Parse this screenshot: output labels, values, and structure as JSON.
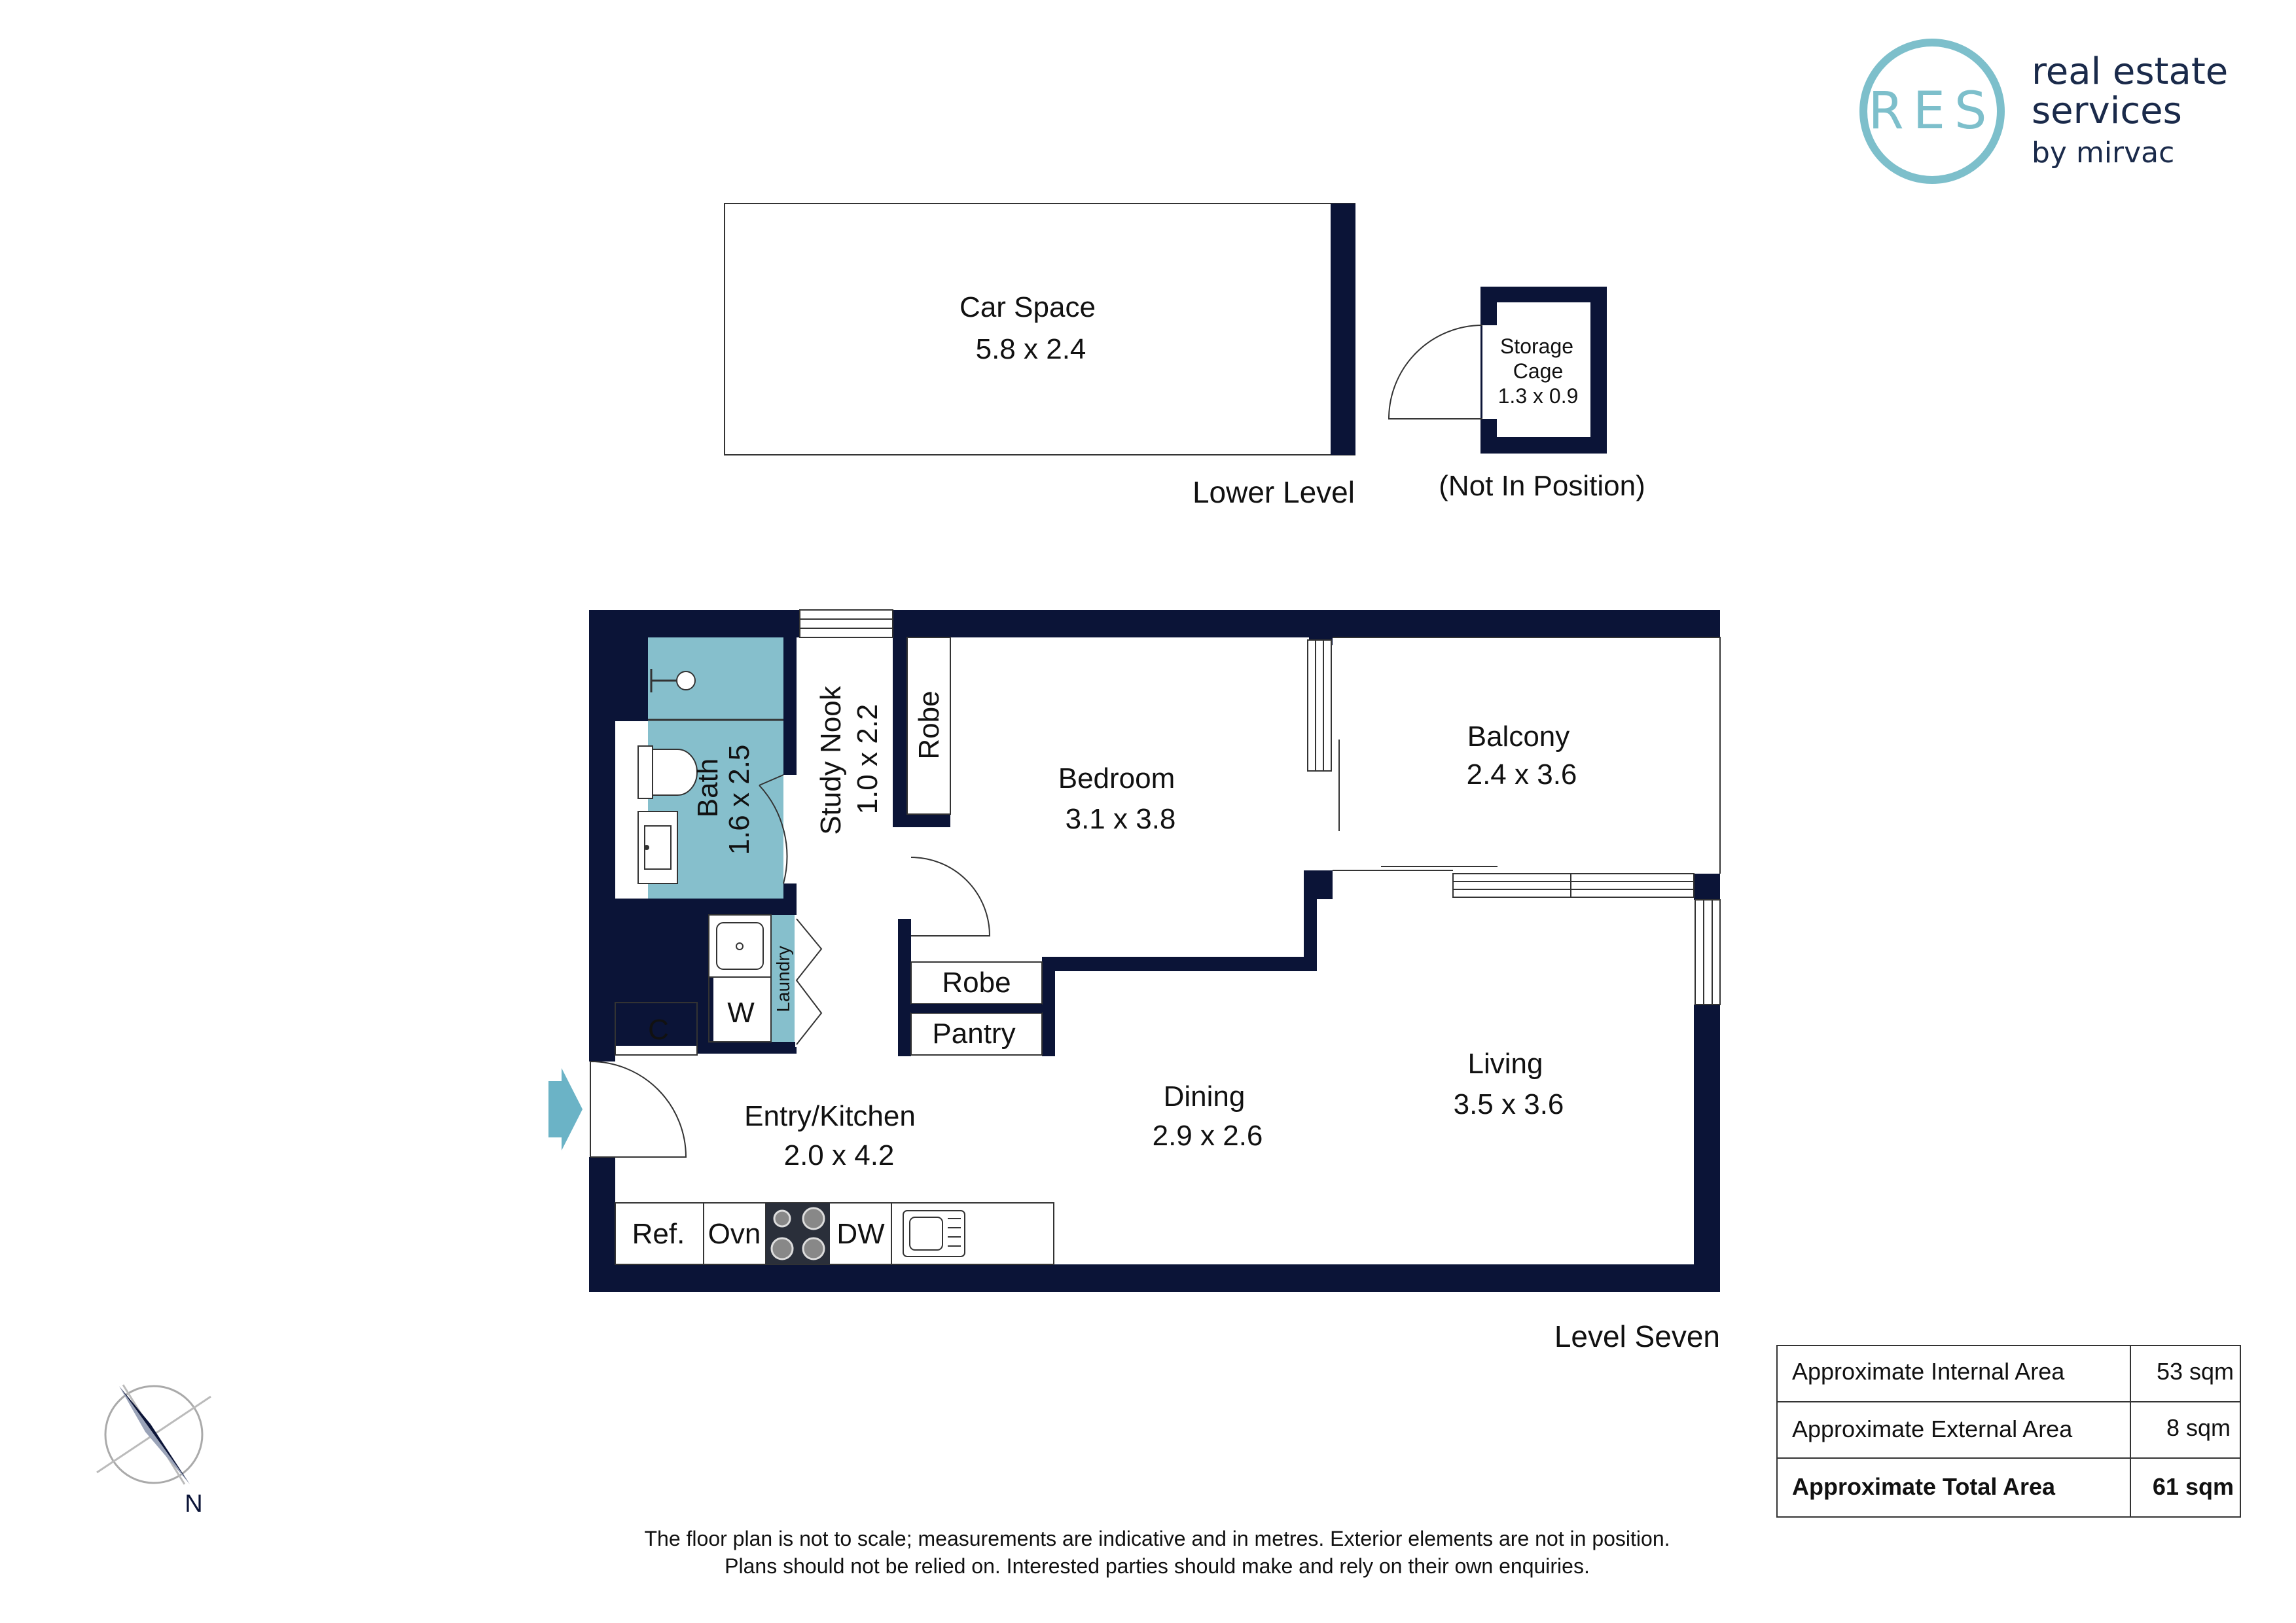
{
  "branding": {
    "logo_letters": "RES",
    "line1": "real estate",
    "line2": "services",
    "line3": "by mirvac",
    "accent_color": "#7dbfcb"
  },
  "colors": {
    "wall": "#0b1437",
    "wet_area": "#86bfcc",
    "entry_arrow": "#6bb3c6"
  },
  "lower_level": {
    "car_space": {
      "name": "Car Space",
      "dims": "5.8 x 2.4"
    },
    "storage": {
      "name_line1": "Storage",
      "name_line2": "Cage",
      "dims": "1.3 x 0.9"
    },
    "level_label": "Lower Level",
    "storage_note": "(Not In Position)"
  },
  "level_seven": {
    "level_label": "Level Seven",
    "rooms": {
      "bath": {
        "name": "Bath",
        "dims": "1.6 x 2.5"
      },
      "study": {
        "name": "Study Nook",
        "dims": "1.0 x 2.2"
      },
      "bedroom": {
        "name": "Bedroom",
        "dims": "3.1 x 3.8"
      },
      "balcony": {
        "name": "Balcony",
        "dims": "2.4 x 3.6"
      },
      "living": {
        "name": "Living",
        "dims": "3.5 x 3.6"
      },
      "dining": {
        "name": "Dining",
        "dims": "2.9 x 2.6"
      },
      "entry_kitchen": {
        "name": "Entry/Kitchen",
        "dims": "2.0 x 4.2"
      }
    },
    "fixtures": {
      "robe_top": "Robe",
      "robe_mid": "Robe",
      "pantry": "Pantry",
      "laundry": "Laundry",
      "washer": "W",
      "cupboard": "C",
      "fridge": "Ref.",
      "oven": "Ovn",
      "dishwasher": "DW"
    }
  },
  "areas": [
    {
      "label": "Approximate Internal Area",
      "value": "53 sqm"
    },
    {
      "label": "Approximate External Area",
      "value": "8 sqm"
    },
    {
      "label": "Approximate Total Area",
      "value": "61 sqm"
    }
  ],
  "compass": {
    "label": "N"
  },
  "disclaimer": {
    "line1": "The floor plan is not to scale; measurements are indicative and in metres. Exterior elements are not in position.",
    "line2": "Plans should not be relied on. Interested parties should make and rely on their own enquiries."
  }
}
